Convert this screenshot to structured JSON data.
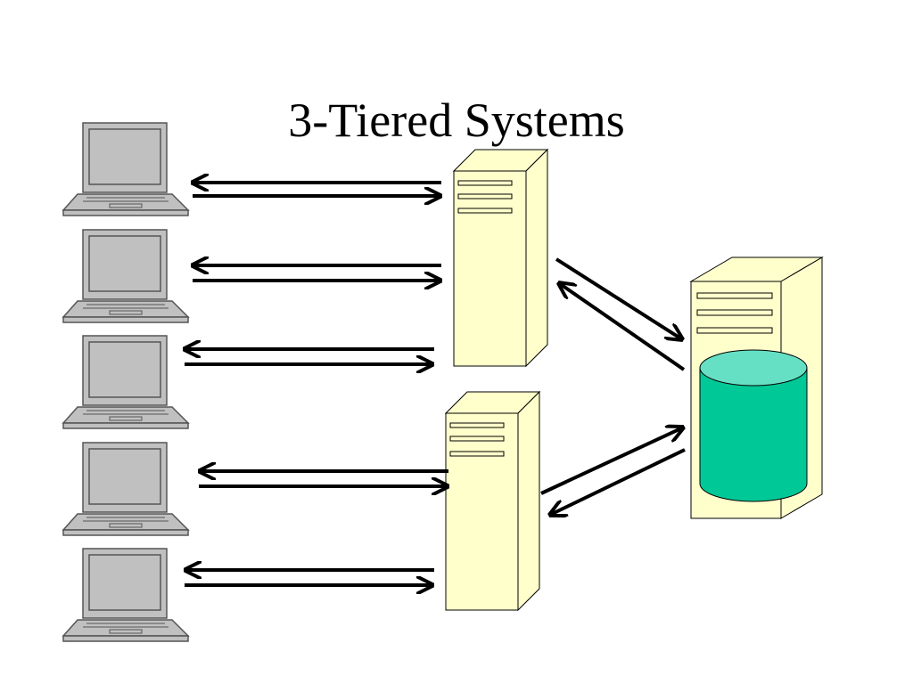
{
  "slide": {
    "title": "3-Tiered Systems"
  },
  "colors": {
    "laptop_body": "#c0c0c0",
    "laptop_screen": "#c0c0c0",
    "server_body": "#ffffcc",
    "database_side": "#00c896",
    "database_top": "#66e0c4",
    "arrow": "#000000"
  },
  "diagram": {
    "clients": [
      {
        "name": "client-1",
        "icon": "laptop-icon"
      },
      {
        "name": "client-2",
        "icon": "laptop-icon"
      },
      {
        "name": "client-3",
        "icon": "laptop-icon"
      },
      {
        "name": "client-4",
        "icon": "laptop-icon"
      },
      {
        "name": "client-5",
        "icon": "laptop-icon"
      }
    ],
    "app_servers": [
      {
        "name": "application-server-1",
        "icon": "server-tower-icon"
      },
      {
        "name": "application-server-2",
        "icon": "server-tower-icon"
      }
    ],
    "database_server": {
      "name": "database-server",
      "icon": "database-cylinder-icon"
    },
    "connections": [
      {
        "from": "client-1",
        "to": "application-server-1",
        "direction": "bidirectional"
      },
      {
        "from": "client-2",
        "to": "application-server-1",
        "direction": "bidirectional"
      },
      {
        "from": "client-3",
        "to": "application-server-1",
        "direction": "bidirectional"
      },
      {
        "from": "client-4",
        "to": "application-server-2",
        "direction": "bidirectional"
      },
      {
        "from": "client-5",
        "to": "application-server-2",
        "direction": "bidirectional"
      },
      {
        "from": "application-server-1",
        "to": "database-server",
        "direction": "bidirectional"
      },
      {
        "from": "application-server-2",
        "to": "database-server",
        "direction": "bidirectional"
      }
    ]
  }
}
